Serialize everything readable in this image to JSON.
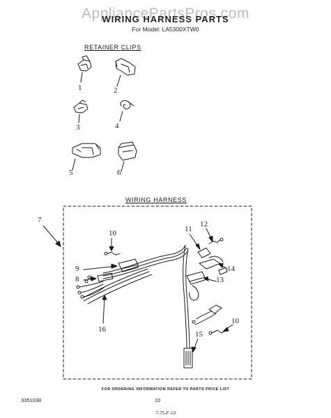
{
  "watermark": "AppliancePartsPros.com",
  "title": "WIRING HARNESS PARTS",
  "subtitle": "For Model: LA5300XTW0",
  "sections": {
    "retainer_clips": "RETAINER CLIPS",
    "wiring_harness": "WIRING HARNESS"
  },
  "callouts": {
    "c1": "1",
    "c2": "2",
    "c3": "3",
    "c4": "4",
    "c5": "5",
    "c6": "6",
    "c7": "7",
    "c8": "8",
    "c9": "9",
    "c10a": "10",
    "c10b": "10",
    "c11": "11",
    "c12": "12",
    "c13": "13",
    "c14": "14",
    "c15": "15",
    "c16": "16"
  },
  "footer": {
    "ordering_note": "FOR ORDERING INFORMATION REFER TO PARTS PRICE LIST",
    "doc_number": "3351038",
    "page_number": "10",
    "print_code": "7-75-F-10"
  },
  "colors": {
    "line": "#1a1a1a",
    "watermark": "#bdbdbd"
  }
}
